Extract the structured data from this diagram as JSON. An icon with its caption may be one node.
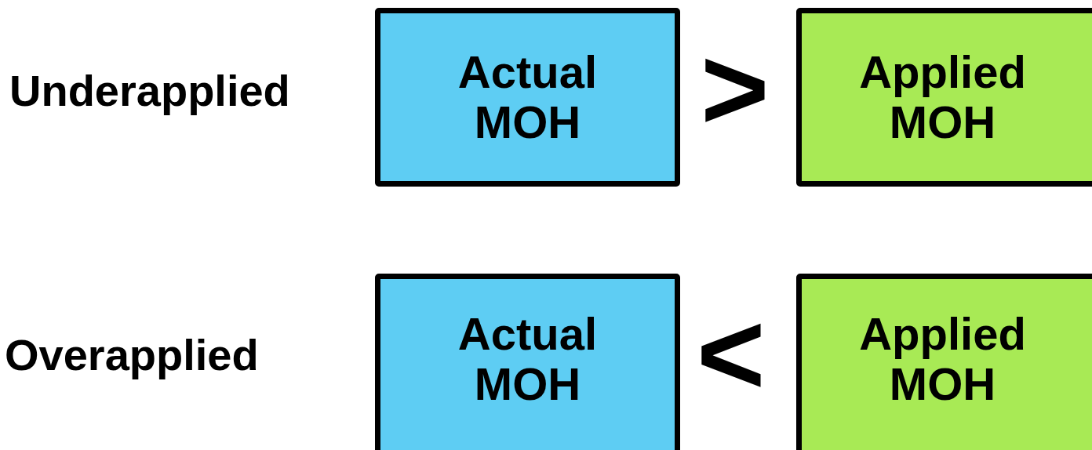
{
  "diagram": {
    "nodes": [
      {
        "text": [
          "Actual MOH"
        ]
      },
      {
        "text": [
          "Applied MOH"
        ]
      },
      {
        "text": [
          "Actual MOH"
        ]
      },
      {
        "text": [
          "Applied MOH"
        ]
      }
    ],
    "labels": [
      "Underapplied",
      ">",
      "Overapplied",
      "<"
    ]
  }
}
